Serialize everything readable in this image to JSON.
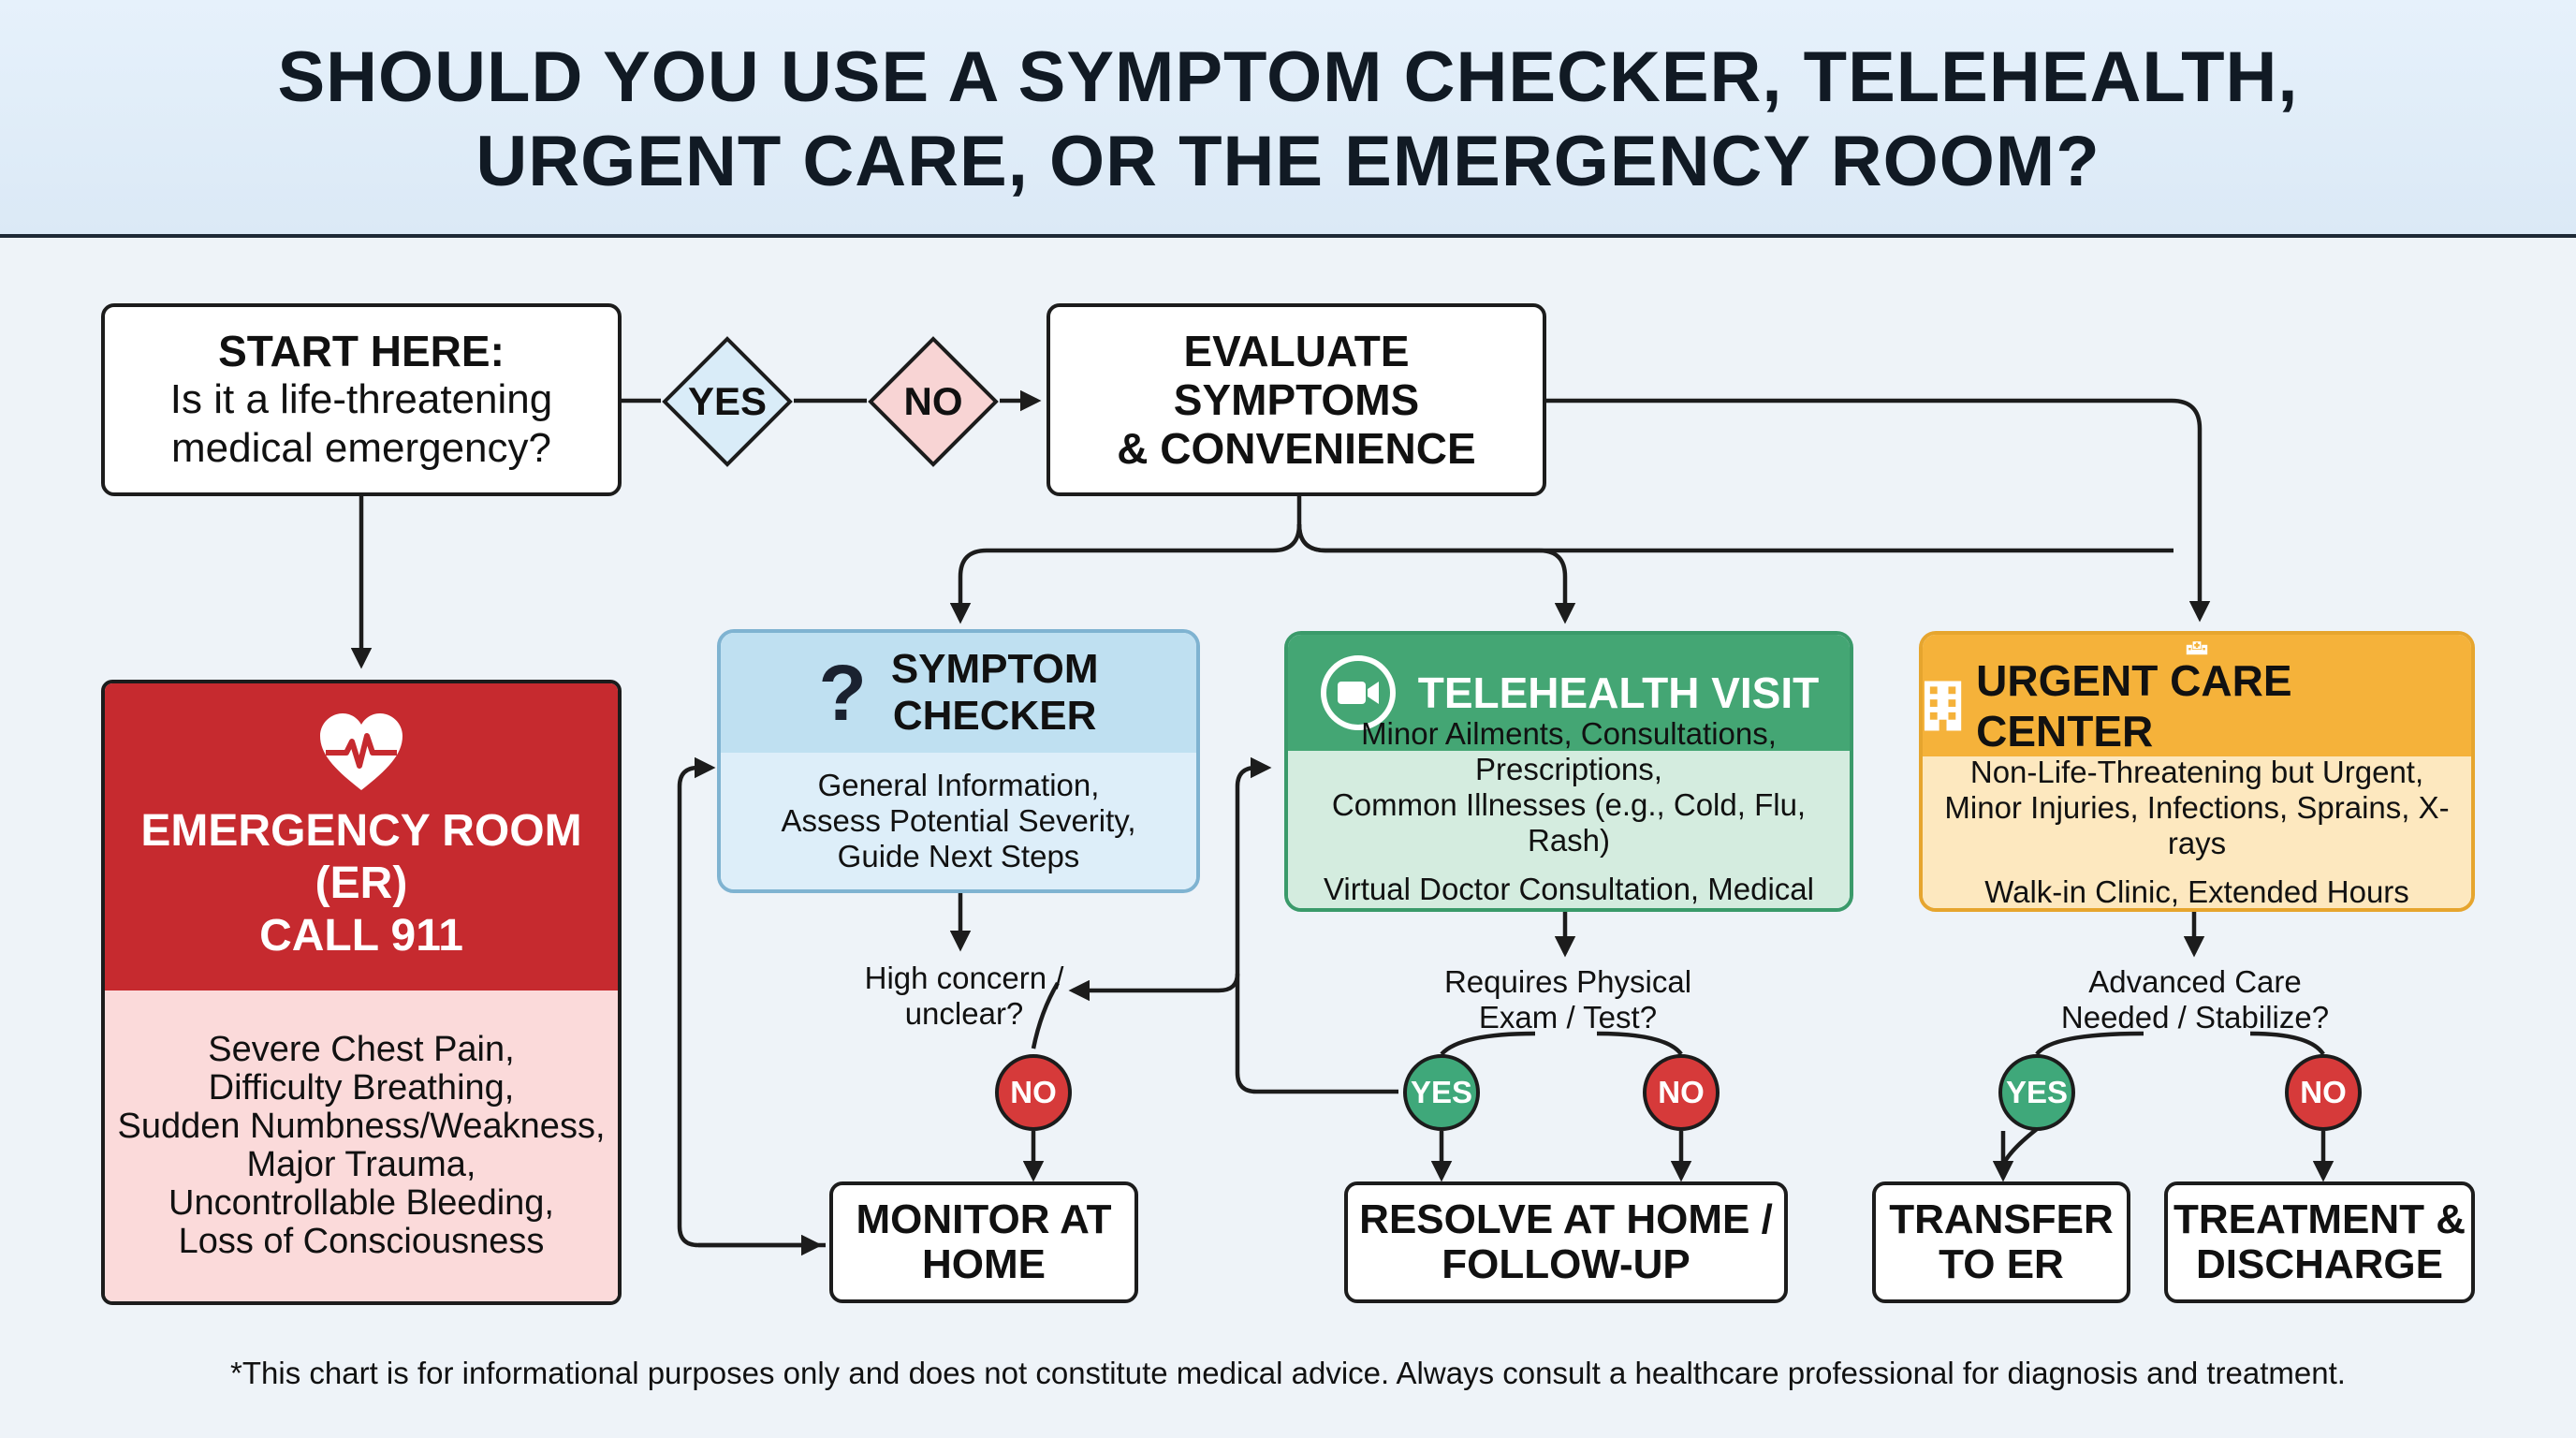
{
  "title": {
    "line1": "SHOULD YOU USE A SYMPTOM CHECKER, TELEHEALTH,",
    "line2": "URGENT CARE, OR THE EMERGENCY ROOM?"
  },
  "start": {
    "heading": "START HERE:",
    "line1": "Is it a life-threatening",
    "line2": "medical emergency?"
  },
  "decisions": {
    "yes": "YES",
    "no": "NO"
  },
  "evaluate": {
    "line1": "EVALUATE",
    "line2": "SYMPTOMS",
    "line3": "& CONVENIENCE"
  },
  "er": {
    "line1": "EMERGENCY ROOM",
    "line2": "(ER)",
    "line3": "CALL 911",
    "items": [
      "Severe Chest Pain,",
      "Difficulty Breathing,",
      "Sudden Numbness/Weakness,",
      "Major Trauma,",
      "Uncontrollable Bleeding,",
      "Loss of Consciousness"
    ]
  },
  "symptom_checker": {
    "icon": "?",
    "line1": "SYMPTOM",
    "line2": "CHECKER",
    "items": [
      "General Information,",
      "Assess Potential Severity,",
      "Guide Next Steps"
    ]
  },
  "telehealth": {
    "title": "TELEHEALTH VISIT",
    "items": [
      "Minor Ailments, Consultations, Prescriptions,",
      "Common Illnesses (e.g., Cold, Flu, Rash)"
    ],
    "extra": "Virtual Doctor Consultation, Medical Advice"
  },
  "urgent": {
    "title": "URGENT CARE CENTER",
    "items": [
      "Non-Life-Threatening but Urgent,",
      "Minor Injuries, Infections, Sprains, X-rays"
    ],
    "extra": "Walk-in Clinic, Extended Hours"
  },
  "questions": {
    "q1_line1": "High concern /",
    "q1_line2": "unclear?",
    "q2_line1": "Requires Physical",
    "q2_line2": "Exam / Test?",
    "q3_line1": "Advanced Care",
    "q3_line2": "Needed / Stabilize?"
  },
  "outcomes": {
    "monitor_l1": "MONITOR AT",
    "monitor_l2": "HOME",
    "resolve_l1": "RESOLVE AT HOME /",
    "resolve_l2": "FOLLOW-UP",
    "transfer_l1": "TRANSFER",
    "transfer_l2": "TO ER",
    "treat_l1": "TREATMENT &",
    "treat_l2": "DISCHARGE"
  },
  "footnote": "*This chart is for informational purposes only and does not constitute medical advice. Always consult a healthcare professional for diagnosis and treatment.",
  "colors": {
    "er_header": "#c62a2f",
    "er_body": "#fbdada",
    "checker_header": "#bfe0f1",
    "checker_body": "#ddeef9",
    "telehealth_header": "#44a674",
    "telehealth_body": "#d4ecdf",
    "urgent_header": "#f5b23a",
    "urgent_body": "#fde8bf",
    "no_red": "#d63a3a",
    "yes_green": "#3fa87a"
  },
  "icons": [
    "heart-pulse-icon",
    "question-mark-icon",
    "video-camera-icon",
    "hospital-building-icon",
    "hospital-cross-icon"
  ]
}
